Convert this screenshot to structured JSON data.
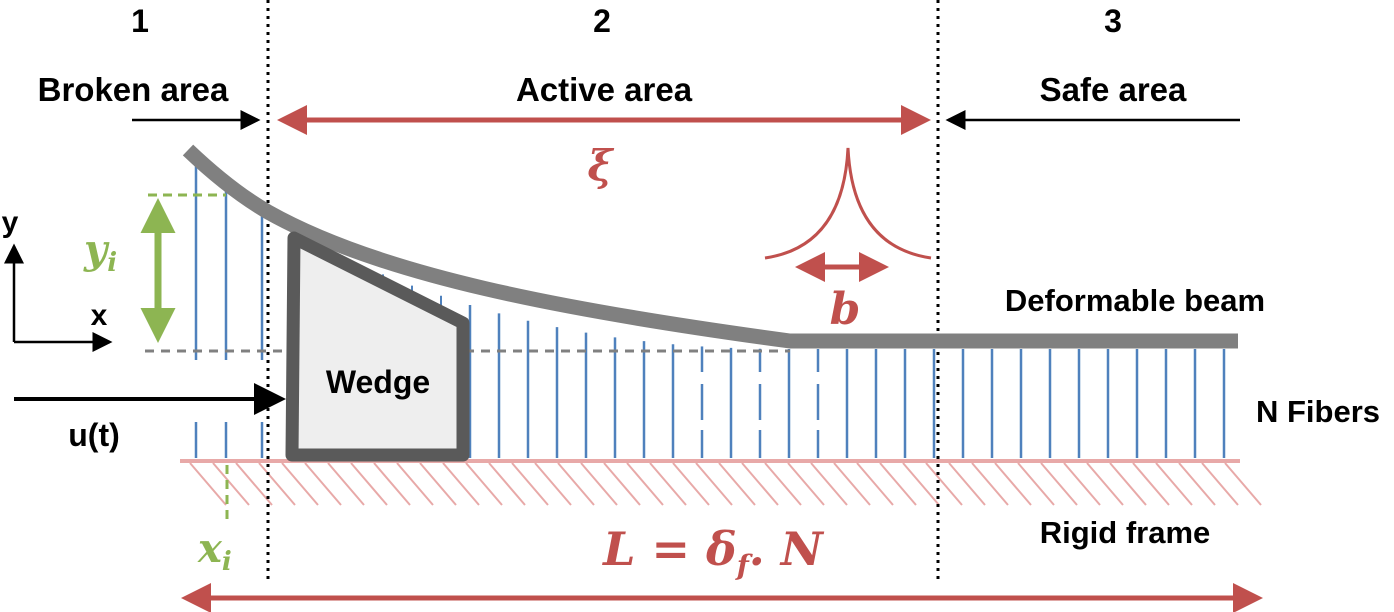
{
  "zones": {
    "z1": {
      "number": "1",
      "name": "Broken area"
    },
    "z2": {
      "number": "2",
      "name": "Active area"
    },
    "z3": {
      "number": "3",
      "name": "Safe area"
    }
  },
  "symbols": {
    "xi": "ξ",
    "b": "b",
    "y_i_base": "y",
    "y_i_sub": "i",
    "x_i_base": "x",
    "x_i_sub": "i",
    "length_eq": "L = δ",
    "length_sub": "f",
    "length_tail": ". N"
  },
  "axes": {
    "x": "x",
    "y": "y"
  },
  "labels": {
    "beam": "Deformable beam",
    "fibers": "N Fibers",
    "frame": "Rigid frame",
    "wedge": "Wedge",
    "load": "u(t)"
  },
  "colors": {
    "red": "#c0504d",
    "green": "#8db552",
    "blue": "#4f81bd",
    "gray": "#808080",
    "wedge_fill": "#eeeeee",
    "wedge_stroke": "#5a5a5a",
    "hatch": "#e8a9a8"
  }
}
